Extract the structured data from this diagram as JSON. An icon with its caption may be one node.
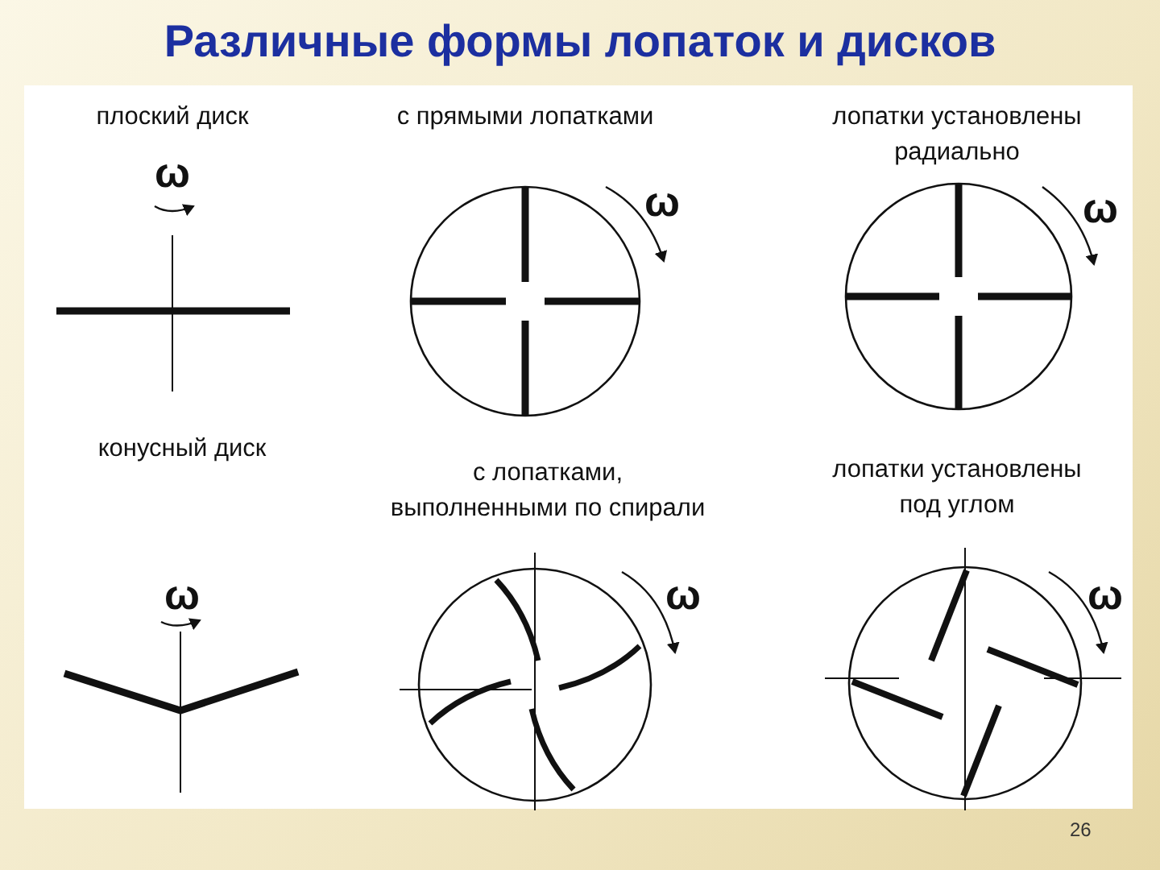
{
  "diagram": {
    "title": "Различные формы лопаток и дисков",
    "labels": [
      "плоский диск",
      "с прямыми лопатками",
      "лопатки установлены радиально",
      "ω",
      "ω",
      "ω",
      "конусный диск",
      "с лопатками, выполненными по спирали",
      "лопатки установлены под углом",
      "ω",
      "ω",
      "ω",
      "26"
    ]
  }
}
